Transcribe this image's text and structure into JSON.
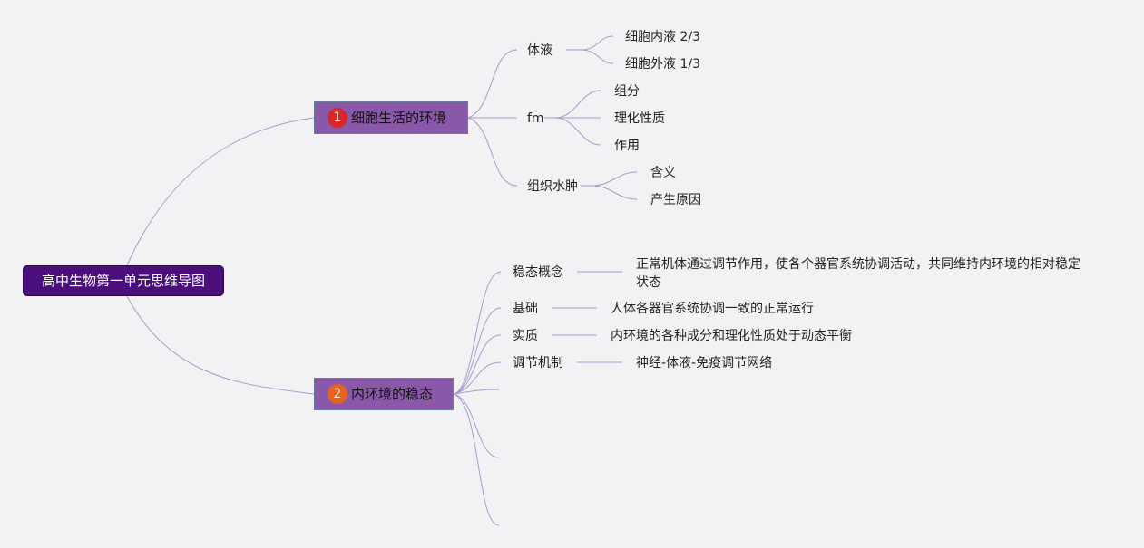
{
  "root": {
    "label": "高中生物第一单元思维导图",
    "color": "#4a0f7a"
  },
  "topics": [
    {
      "number": "1",
      "label": "细胞生活的环境",
      "badge_color": "#d8262a",
      "children": [
        {
          "label": "体液",
          "children": [
            {
              "label": "细胞内液 2/3"
            },
            {
              "label": "细胞外液 1/3"
            }
          ]
        },
        {
          "label": "fm",
          "children": [
            {
              "label": "组分"
            },
            {
              "label": "理化性质"
            },
            {
              "label": "作用"
            }
          ]
        },
        {
          "label": "组织水肿",
          "children": [
            {
              "label": "含义"
            },
            {
              "label": "产生原因"
            }
          ]
        }
      ]
    },
    {
      "number": "2",
      "label": "内环境的稳态",
      "badge_color": "#e8621e",
      "children": [
        {
          "label": "稳态概念",
          "children": [
            {
              "label": "正常机体通过调节作用，使各个器官系统协调活动，共同维持内环境的相对稳定状态"
            }
          ]
        },
        {
          "label": "基础",
          "children": [
            {
              "label": "人体各器官系统协调一致的正常运行"
            }
          ]
        },
        {
          "label": "实质",
          "children": [
            {
              "label": "内环境的各种成分和理化性质处于动态平衡"
            }
          ]
        },
        {
          "label": "调节机制",
          "children": [
            {
              "label": "神经-体液-免疫调节网络"
            }
          ]
        },
        {
          "label": ""
        },
        {
          "label": ""
        },
        {
          "label": ""
        }
      ]
    }
  ]
}
